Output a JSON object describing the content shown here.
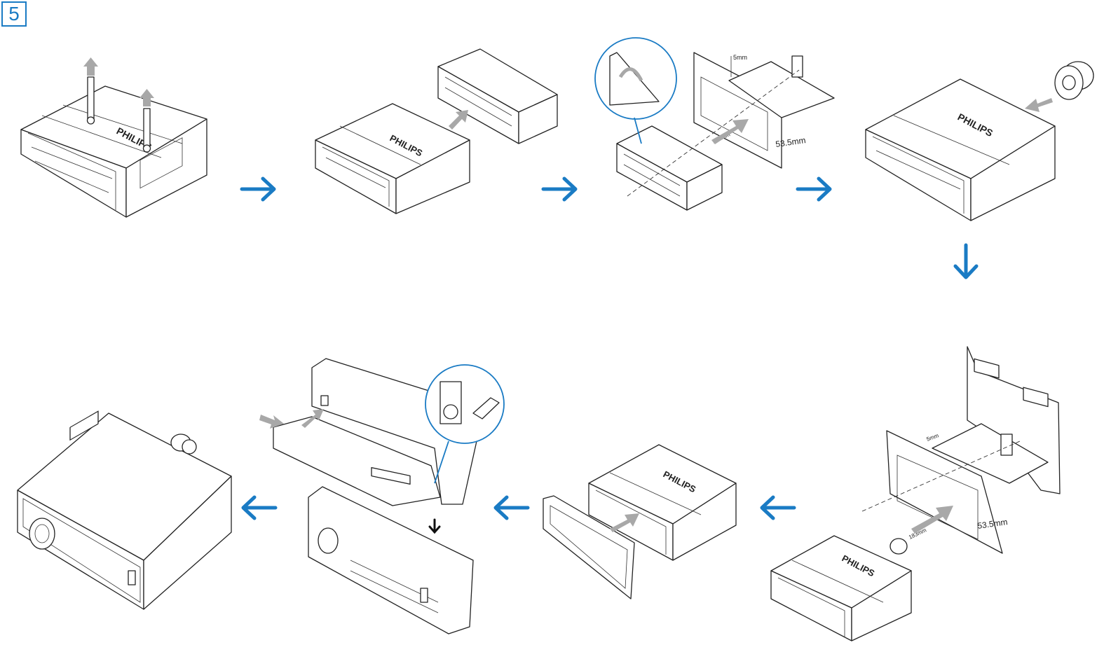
{
  "step_number": "5",
  "brand_text": "PHILIPS",
  "dimensions": {
    "width_label": "183mm",
    "height_label": "53.5mm",
    "thickness_label": "5mm"
  },
  "colors": {
    "accent_blue": "#1a7bc4",
    "guide_arrow_gray": "#a8a8a8",
    "line_art": "#222222"
  },
  "steps": [
    {
      "id": "remove-keys",
      "arrow": "right"
    },
    {
      "id": "slide-out-sleeve",
      "arrow": "right"
    },
    {
      "id": "fit-sleeve-bend-tabs",
      "arrow": "right"
    },
    {
      "id": "attach-rubber-bush",
      "arrow": "down"
    },
    {
      "id": "insert-into-dashboard",
      "arrow": "left"
    },
    {
      "id": "attach-trim-frame",
      "arrow": "left"
    },
    {
      "id": "attach-front-panel",
      "arrow": "left"
    },
    {
      "id": "installed-unit",
      "arrow": "none"
    }
  ]
}
